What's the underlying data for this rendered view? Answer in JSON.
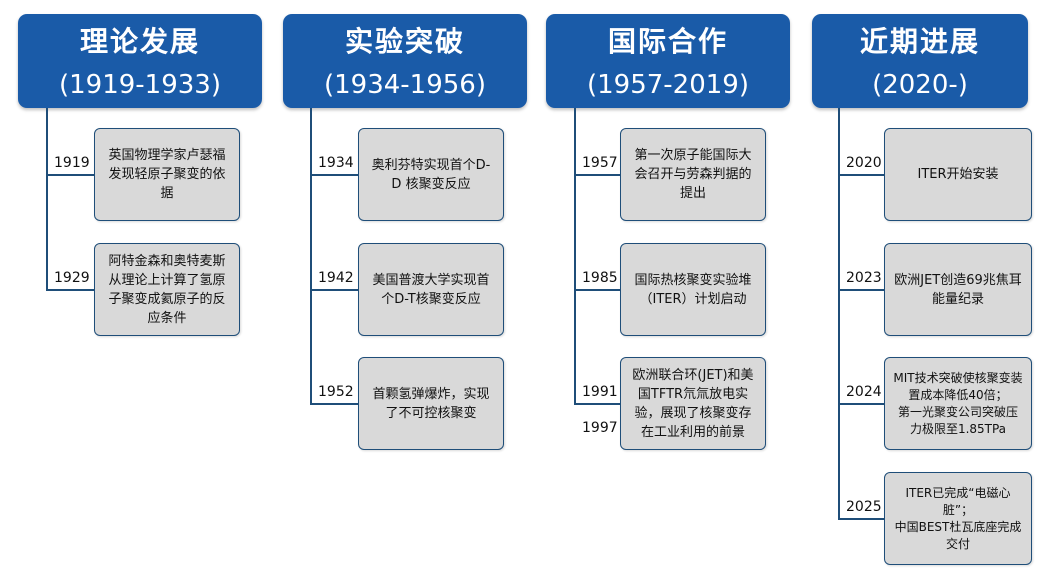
{
  "columns": [
    {
      "title": "理论发展",
      "period": "(1919-1933)",
      "events": [
        {
          "year": "1919",
          "text": "英国物理学家卢瑟福发现轻原子聚变的依据"
        },
        {
          "year": "1929",
          "text": "阿特金森和奥特麦斯从理论上计算了氢原子聚变成氦原子的反应条件"
        }
      ]
    },
    {
      "title": "实验突破",
      "period": "(1934-1956)",
      "events": [
        {
          "year": "1934",
          "text": "奥利芬特实现首个D-D 核聚变反应"
        },
        {
          "year": "1942",
          "text": "美国普渡大学实现首个D-T核聚变反应"
        },
        {
          "year": "1952",
          "text": "首颗氢弹爆炸，实现了不可控核聚变"
        }
      ]
    },
    {
      "title": "国际合作",
      "period": "(1957-2019)",
      "events": [
        {
          "year": "1957",
          "text": "第一次原子能国际大会召开与劳森判据的提出"
        },
        {
          "year": "1985",
          "text": "国际热核聚变实验堆（ITER）计划启动"
        },
        {
          "year": "1991",
          "year2": "1997",
          "text": "欧洲联合环(JET)和美国TFTR氘氚放电实验，展现了核聚变存在工业利用的前景"
        }
      ]
    },
    {
      "title": "近期进展",
      "period": "(2020-)",
      "events": [
        {
          "year": "2020",
          "text": "ITER开始安装"
        },
        {
          "year": "2023",
          "text": "欧洲JET创造69兆焦耳能量纪录"
        },
        {
          "year": "2024",
          "text": "MIT技术突破使核聚变装置成本降低40倍；",
          "text2": "第一光聚变公司突破压力极限至1.85TPa"
        },
        {
          "year": "2025",
          "text": "ITER已完成“电磁心脏”；",
          "text2": "中国BEST杜瓦底座完成交付"
        }
      ]
    }
  ]
}
